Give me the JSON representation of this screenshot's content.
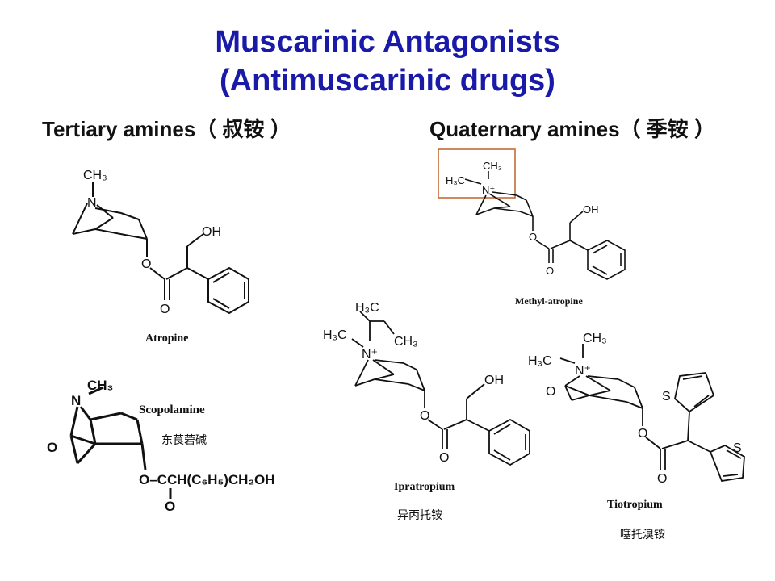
{
  "title": {
    "line1": "Muscarinic Antagonists",
    "line2": "(Antimuscarinic drugs)"
  },
  "headings": {
    "tertiary": "Tertiary amines（ 叔铵 ）",
    "quaternary": "Quaternary amines（ 季铵 ）"
  },
  "molecules": {
    "atropine": {
      "label": "Atropine"
    },
    "scopolamine": {
      "label": "Scopolamine",
      "label_cn": "东莨菪碱",
      "ester": "O–CCH(C₆H₅)CH₂OH"
    },
    "methyl_atropine": {
      "label": "Methyl-atropine"
    },
    "ipratropium": {
      "label": "Ipratropium",
      "label_cn": "异丙托铵"
    },
    "tiotropium": {
      "label": "Tiotropium",
      "label_cn": "噻托溴铵"
    }
  },
  "atoms": {
    "n": "N",
    "ch3": "CH₃",
    "h3c": "H₃C",
    "n_plus": "N⁺",
    "o": "O",
    "oh": "OH",
    "s": "S"
  },
  "colors": {
    "title": "#1a1aa8",
    "highlight_box": "#c0622a"
  }
}
